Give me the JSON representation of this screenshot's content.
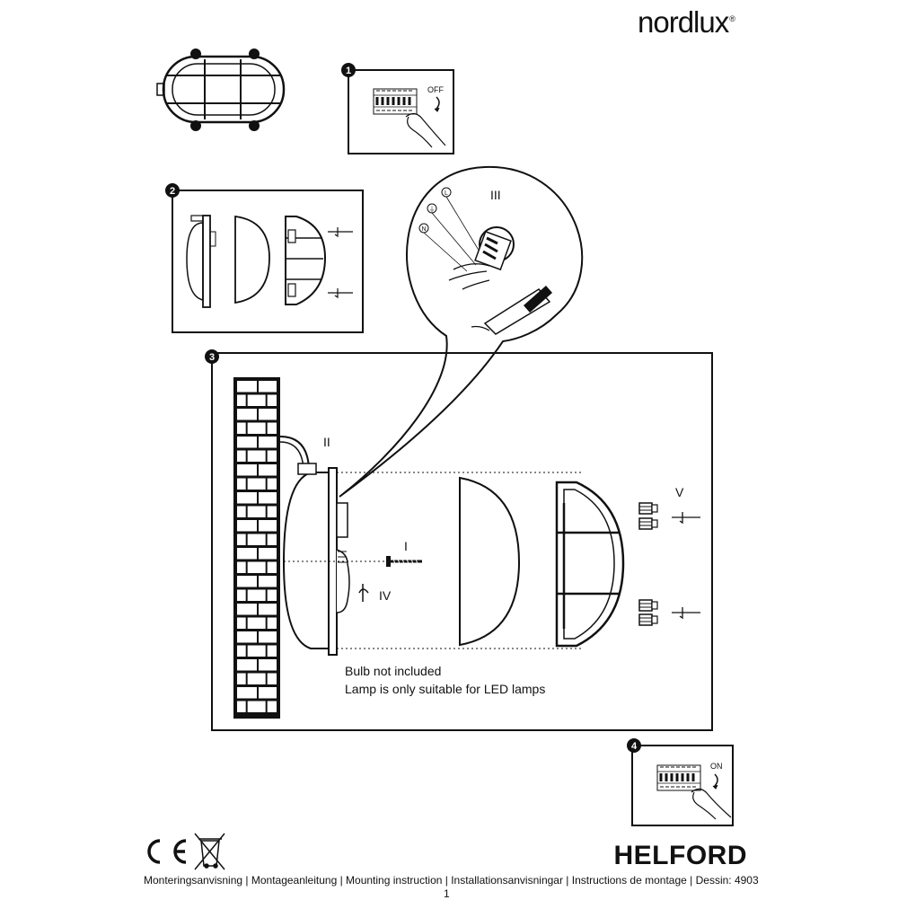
{
  "brand": {
    "name": "nordlux",
    "mark": "®"
  },
  "steps": [
    "1",
    "2",
    "3",
    "4"
  ],
  "switch": {
    "off_label": "OFF",
    "on_label": "ON"
  },
  "wiring": {
    "earth": "⏚",
    "live": "L",
    "neutral": "N"
  },
  "labels": {
    "I": "I",
    "II": "II",
    "III": "III",
    "IV": "IV",
    "V": "V"
  },
  "notes": [
    "Bulb not included",
    "Lamp is only suitable for LED lamps"
  ],
  "product": "HELFORD",
  "footer": "Monteringsanvisning | Montageanleitung | Mounting instruction | Installationsanvisningar | Instructions de montage | Dessin: 4903",
  "page_number": "1",
  "marks": {
    "ce": "CE"
  }
}
